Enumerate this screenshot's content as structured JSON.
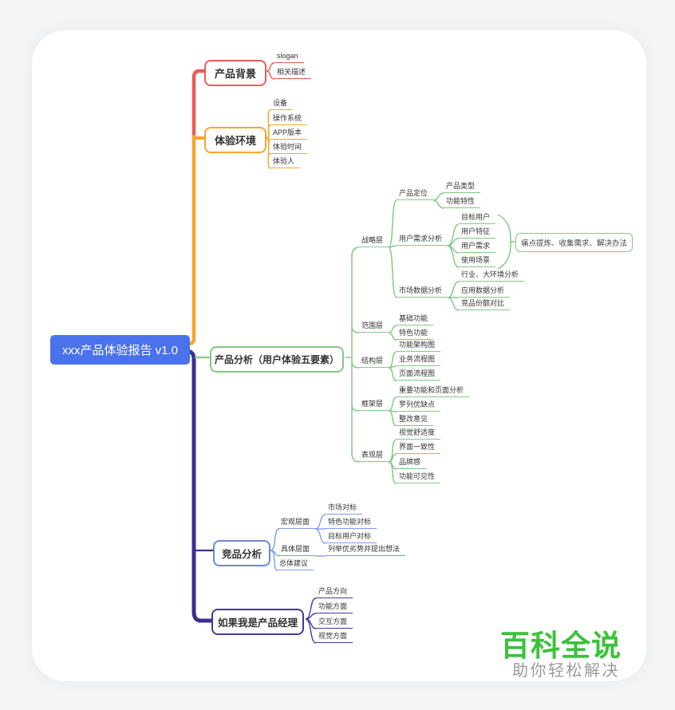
{
  "colors": {
    "root_bg": "#4a72eb",
    "branch_red": "#ed5b56",
    "branch_orange": "#f7a52b",
    "branch_green": "#85c885",
    "branch_blue": "#7d9be8",
    "branch_indigo": "#433a9e",
    "trunk_indigo": "#3b2f94",
    "watermark_green": "#3bc23b",
    "watermark_gray": "#9b9b9b"
  },
  "mindmap": {
    "root": "xxx产品体验报告 v1.0",
    "product_background": {
      "label": "产品背景",
      "items": [
        "slogan",
        "相关描述"
      ]
    },
    "experience_env": {
      "label": "体验环境",
      "items": [
        "设备",
        "操作系统",
        "APP版本",
        "体验时间",
        "体验人"
      ]
    },
    "product_analysis": {
      "label": "产品分析（用户体验五要素）",
      "strategy": {
        "label": "战略层",
        "positioning": {
          "label": "产品定位",
          "items": [
            "产品类型",
            "功能特性"
          ]
        },
        "user_needs": {
          "label": "用户需求分析",
          "items": [
            "目标用户",
            "用户特征",
            "用户需求",
            "使用场景"
          ],
          "callout": "痛点提炼、收集需求、解决办法"
        },
        "market_data": {
          "label": "市场数据分析",
          "items": [
            "行业、大环境分析",
            "应用数据分析",
            "竞品份额对比"
          ]
        }
      },
      "scope": {
        "label": "范围层",
        "items": [
          "基础功能",
          "特色功能"
        ]
      },
      "structure": {
        "label": "结构层",
        "items": [
          "功能架构图",
          "业务流程图",
          "页面流程图"
        ]
      },
      "framework": {
        "label": "框架层",
        "items": [
          "重要功能和页面分析",
          "罗列优缺点",
          "整改意见"
        ]
      },
      "presentation": {
        "label": "表现层",
        "items": [
          "视觉舒适度",
          "界面一致性",
          "品牌感",
          "功能可见性"
        ]
      }
    },
    "competitor_analysis": {
      "label": "竞品分析",
      "macro": {
        "label": "宏观层面",
        "items": [
          "市场对标",
          "特色功能对标",
          "目标用户对标"
        ]
      },
      "specific": {
        "label": "具体层面",
        "items": [
          "列举优劣势并提出想法"
        ]
      },
      "overall": {
        "label": "总体建议"
      }
    },
    "if_pm": {
      "label": "如果我是产品经理",
      "items": [
        "产品方向",
        "功能方面",
        "交互方面",
        "视觉方面"
      ]
    }
  },
  "watermark": {
    "title": "百科全说",
    "subtitle": "助你轻松解决"
  }
}
